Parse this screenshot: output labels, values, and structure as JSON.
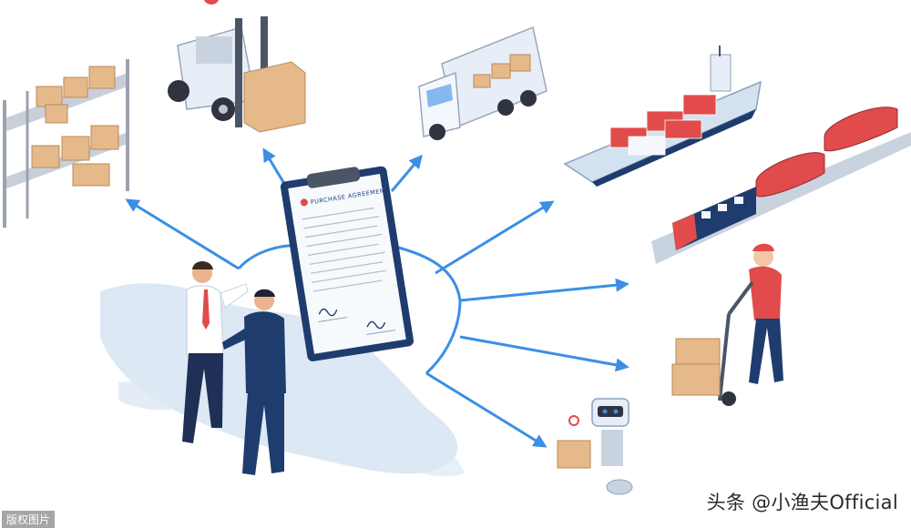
{
  "document": {
    "title": "PURCHASE AGREEMENT"
  },
  "watermark": {
    "text": "头条 @小渔夫Official"
  },
  "corner_mark": {
    "text": "版权图片"
  },
  "colors": {
    "arrow": "#3b8fe6",
    "box": "#e6b98a",
    "truck": "#e8eef7",
    "ship_hull": "#d4e1f0",
    "container": "#e14b4b",
    "suit": "#1f3c6e",
    "map": "#dde8f5"
  }
}
